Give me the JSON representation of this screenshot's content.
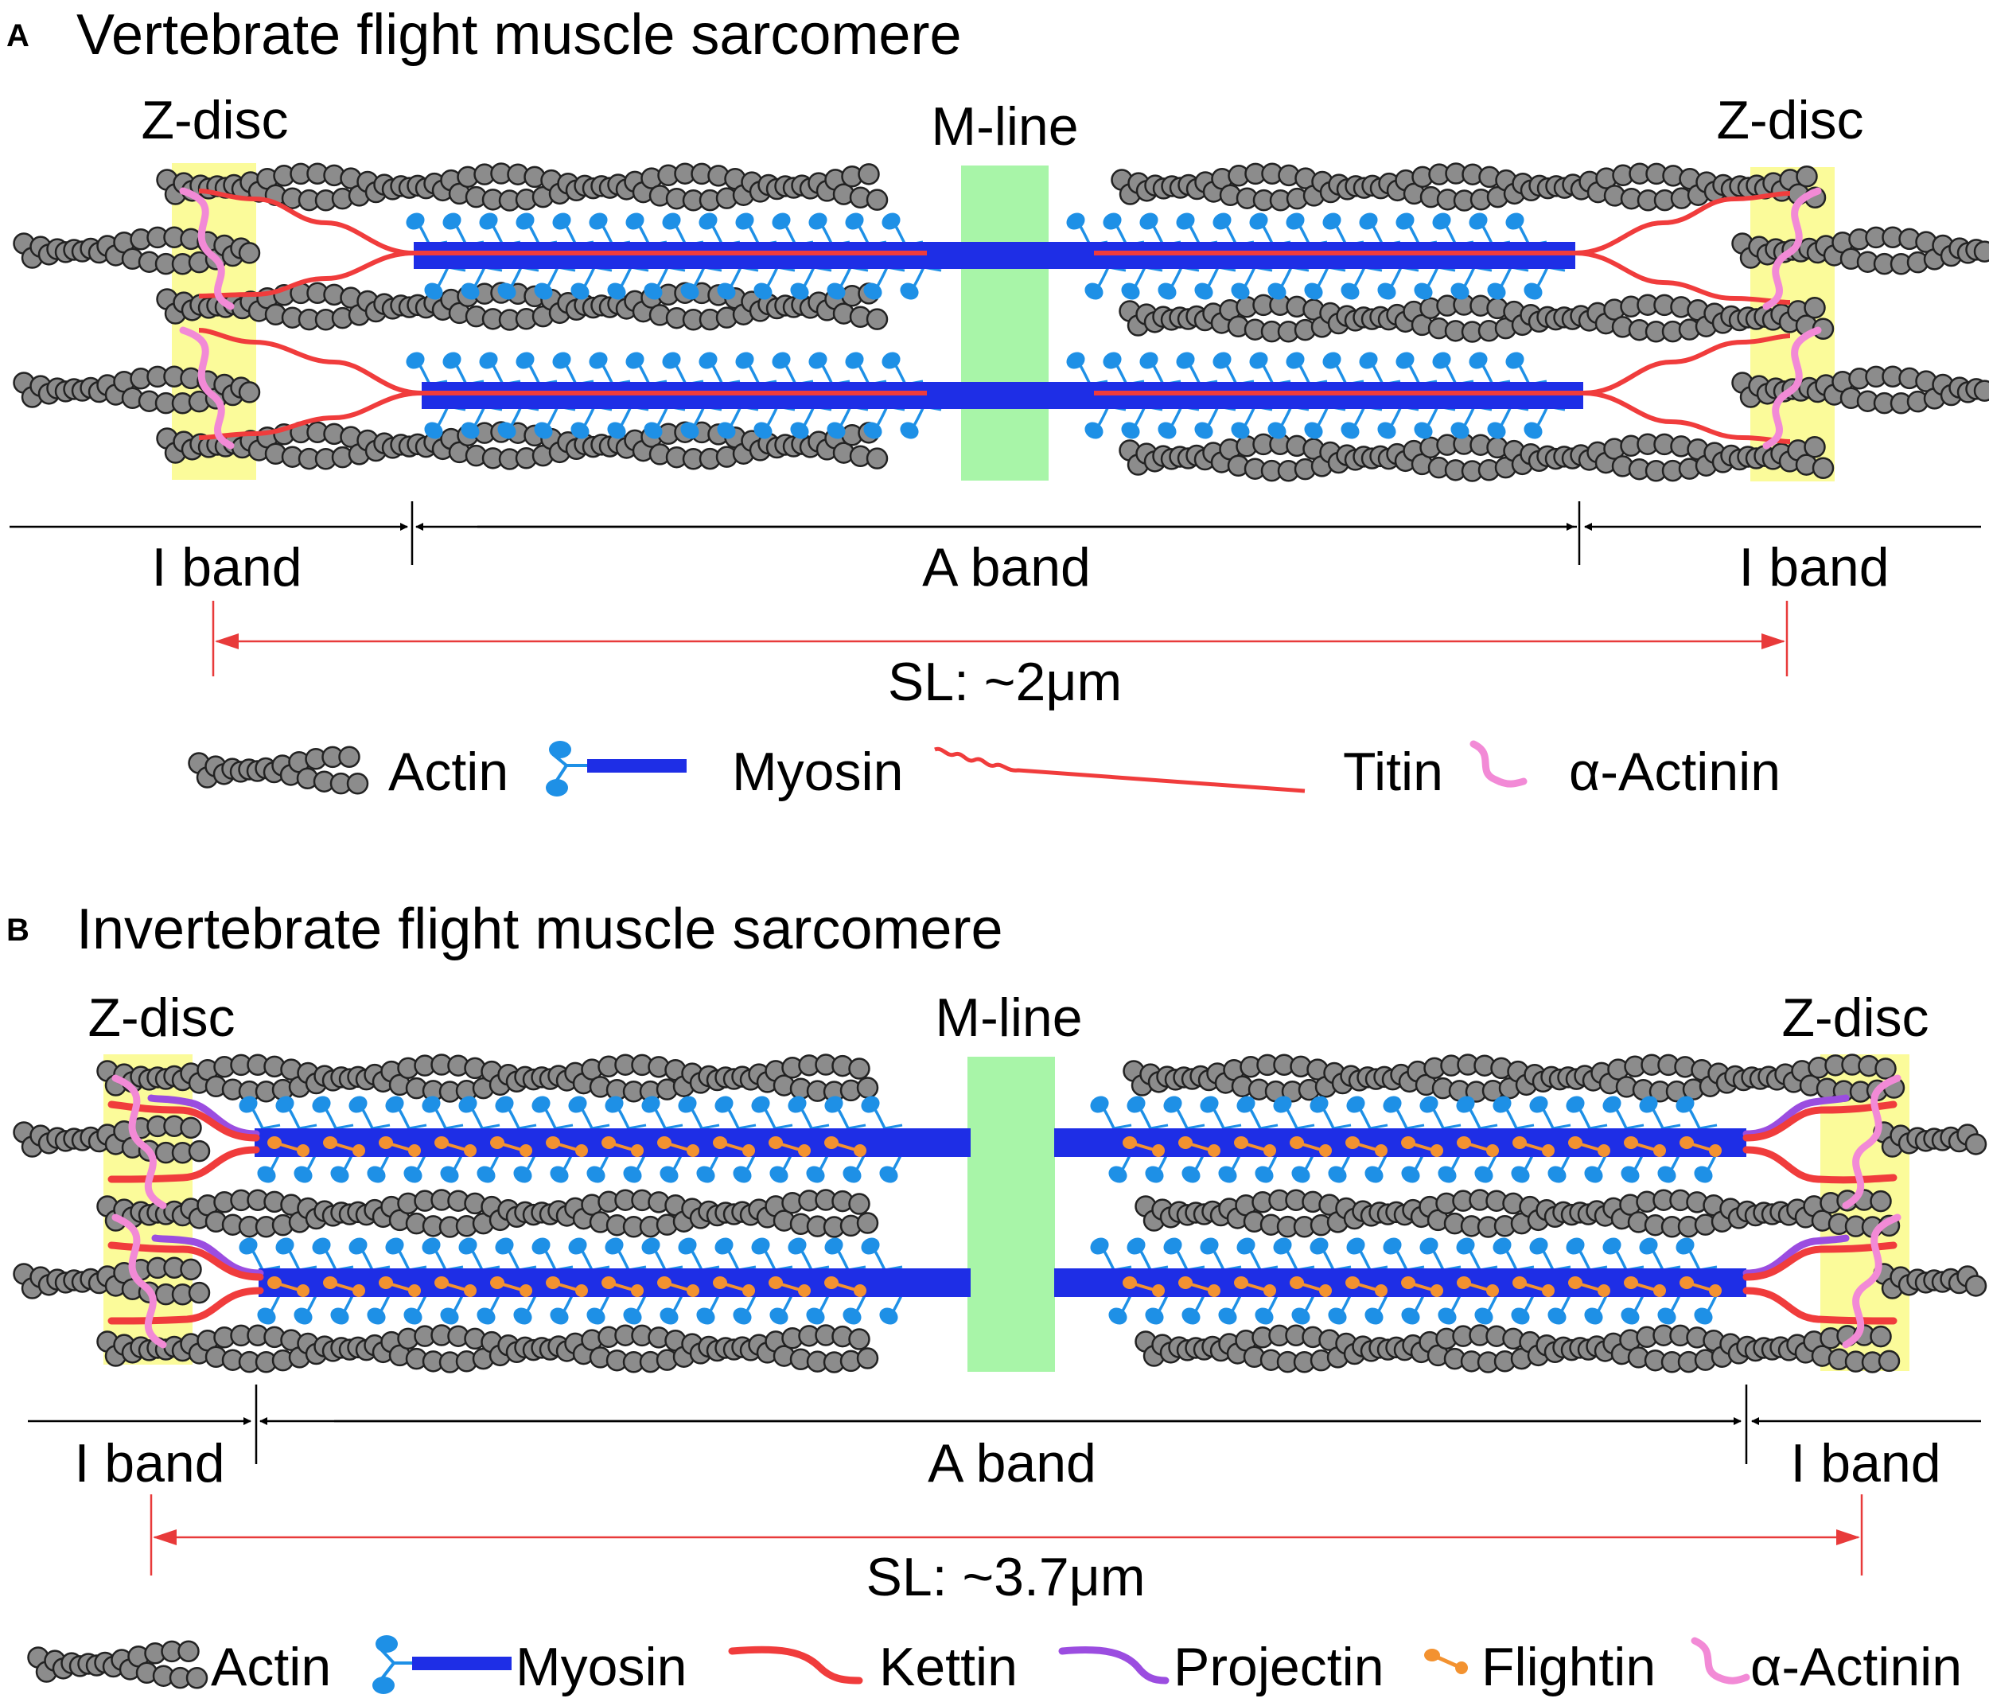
{
  "panel_a": {
    "letter": "A",
    "title": "Vertebrate flight muscle sarcomere",
    "z_disc_left": "Z-disc",
    "z_disc_right": "Z-disc",
    "m_line": "M-line",
    "i_band_left": "I band",
    "a_band": "A band",
    "i_band_right": "I band",
    "sl": "SL: ~2μm",
    "legend": {
      "actin": "Actin",
      "myosin": "Myosin",
      "titin": "Titin",
      "alpha_actinin": "α-Actinin"
    }
  },
  "panel_b": {
    "letter": "B",
    "title": "Invertebrate flight muscle sarcomere",
    "z_disc_left": "Z-disc",
    "z_disc_right": "Z-disc",
    "m_line": "M-line",
    "i_band_left": "I band",
    "a_band": "A band",
    "i_band_right": "I band",
    "sl": "SL: ~3.7μm",
    "legend": {
      "actin": "Actin",
      "myosin": "Myosin",
      "kettin": "Kettin",
      "projectin": "Projectin",
      "flightin": "Flightin",
      "alpha_actinin": "α-Actinin"
    }
  },
  "colors": {
    "actin": "#8c8c8c",
    "myosin": "#1e2ee6",
    "myosin_head": "#1e90e6",
    "titin": "#f03c3c",
    "kettin": "#f03c3c",
    "projectin": "#9b4de0",
    "flightin": "#f39230",
    "alpha_actinin": "#f28ad6",
    "z_disc": "#fbfb9a",
    "m_line": "#a8f5a8",
    "sl_arrow": "#e83a3a"
  }
}
